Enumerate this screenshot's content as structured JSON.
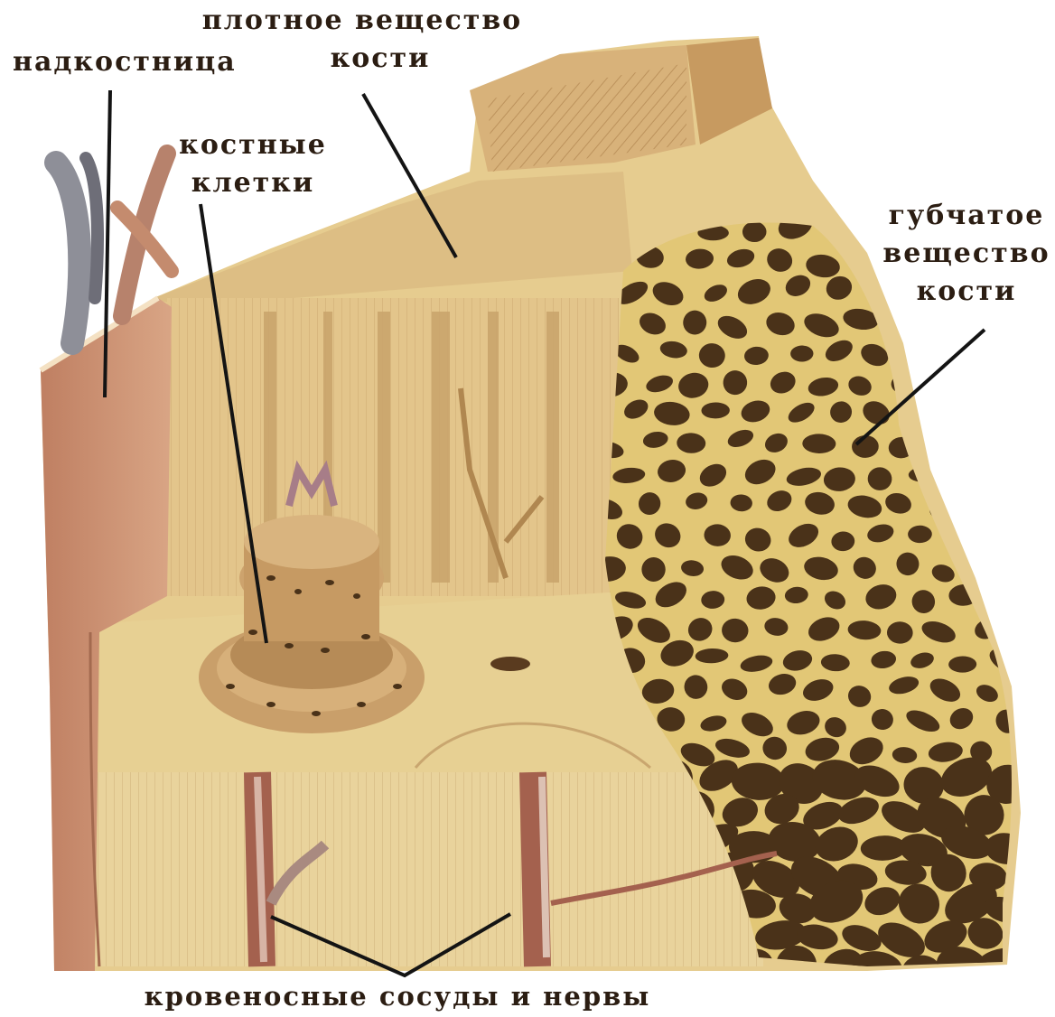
{
  "labels": {
    "periosteum": "надкостница",
    "compact_line1": "плотное вещество",
    "compact_line2": "кости",
    "cells_line1": "костные",
    "cells_line2": "клетки",
    "spongy_line1": "губчатое",
    "spongy_line2": "вещество",
    "spongy_line3": "кости",
    "vessels": "кровеносные сосуды и нервы"
  },
  "colors": {
    "background": "#ffffff",
    "bone_light": "#e8cf93",
    "bone_mid": "#d4ad72",
    "periosteum": "#c98d6c",
    "spongy_holes": "#4a3219",
    "vessel": "#a4614e",
    "leader": "#141414",
    "text": "#2b1d12"
  }
}
